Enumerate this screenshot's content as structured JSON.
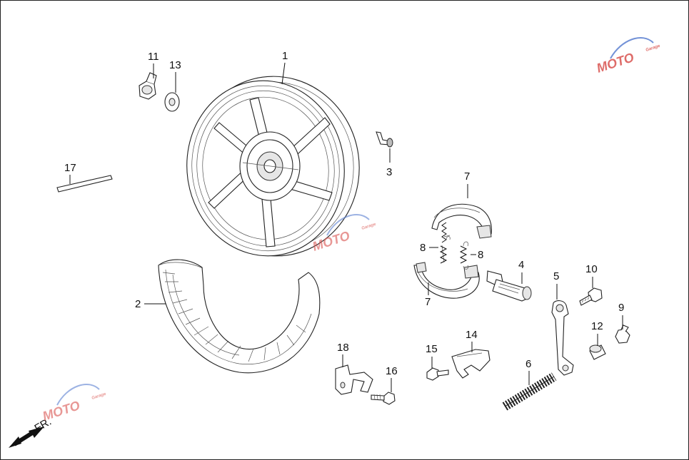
{
  "labels": {
    "1": "1",
    "2": "2",
    "3": "3",
    "4": "4",
    "5": "5",
    "6": "6",
    "7a": "7",
    "7b": "7",
    "8a": "8",
    "8b": "8",
    "9": "9",
    "10": "10",
    "11": "11",
    "12": "12",
    "13": "13",
    "14": "14",
    "15": "15",
    "16": "16",
    "17": "17",
    "18": "18"
  },
  "direction_label": "FR.",
  "watermark": {
    "text": "MOTO",
    "sub": "Garage",
    "colors": {
      "primary": "#d9534f",
      "accent": "#5b7fd1"
    }
  }
}
